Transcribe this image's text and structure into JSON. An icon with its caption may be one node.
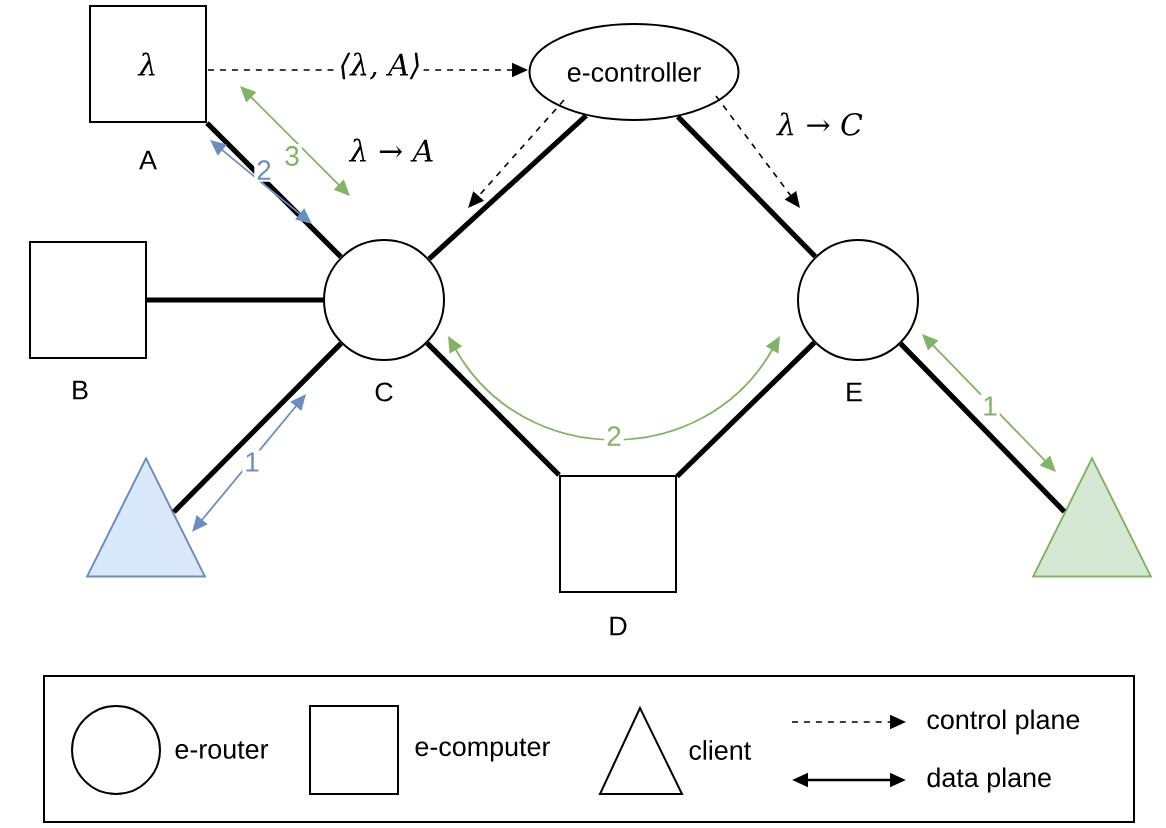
{
  "diagram": {
    "nodes": [
      {
        "text": [
          "λ"
        ],
        "beside": [
          "A"
        ]
      },
      {
        "text": [
          "e-controller"
        ]
      },
      {
        "text": [],
        "shape": "box",
        "beside": [
          "B"
        ]
      },
      {
        "text": [],
        "shape": "circle",
        "beside": [
          "C"
        ]
      },
      {
        "text": [],
        "shape": "circle",
        "beside": [
          "E"
        ]
      },
      {
        "text": [],
        "shape": "triangle"
      },
      {
        "text": [],
        "shape": "box",
        "beside": [
          "D"
        ]
      },
      {
        "text": [],
        "shape": "triangle"
      }
    ],
    "edges": [
      {
        "from": 0,
        "to": 3,
        "arrow": "none",
        "style": "thick"
      },
      {
        "from": 2,
        "to": 3,
        "arrow": "none",
        "style": "thick"
      },
      {
        "from": 1,
        "to": 3,
        "arrow": "none",
        "style": "thick"
      },
      {
        "from": 1,
        "to": 4,
        "arrow": "none",
        "style": "thick"
      },
      {
        "from": 5,
        "to": 3,
        "arrow": "none",
        "style": "thick"
      },
      {
        "from": 3,
        "to": 6,
        "arrow": "none",
        "style": "thick"
      },
      {
        "from": 6,
        "to": 4,
        "arrow": "none",
        "style": "thick"
      },
      {
        "from": 4,
        "to": 7,
        "arrow": "none",
        "style": "thick"
      },
      {
        "from": 0,
        "to": 1,
        "arrow": "to",
        "style": "dashed",
        "label": "⟨λ, A⟩"
      },
      {
        "from": 1,
        "to": 3,
        "arrow": "to",
        "style": "dashed",
        "label": "λ → A"
      },
      {
        "from": 1,
        "to": 4,
        "arrow": "to",
        "style": "dashed",
        "label": "λ → C"
      },
      {
        "from": 0,
        "to": 3,
        "arrow": "both",
        "color": "#6c8ebf",
        "label": "2"
      },
      {
        "from": 0,
        "to": 3,
        "arrow": "both",
        "color": "#82b366",
        "label": "3"
      },
      {
        "from": 5,
        "to": 3,
        "arrow": "both",
        "color": "#6c8ebf",
        "label": "1"
      },
      {
        "from": 3,
        "to": 4,
        "arrow": "both",
        "color": "#82b366",
        "label": "2"
      },
      {
        "from": 4,
        "to": 7,
        "arrow": "both",
        "color": "#82b366",
        "label": "1"
      }
    ],
    "legend": [
      {
        "text": "e-router"
      },
      {
        "text": "e-computer"
      },
      {
        "text": "client"
      },
      {
        "text": "control plane"
      },
      {
        "text": "data plane"
      }
    ]
  }
}
